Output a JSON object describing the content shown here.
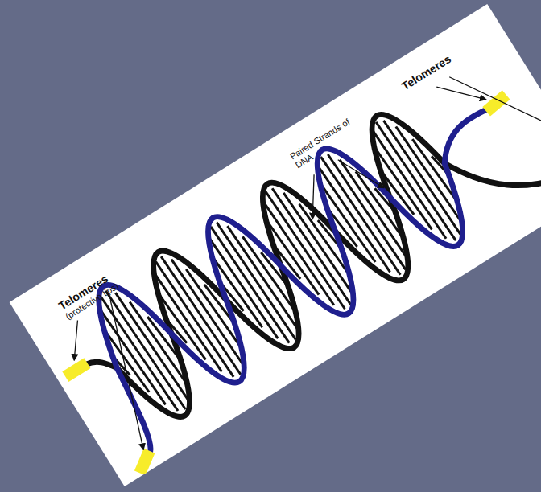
{
  "diagram": {
    "labels": [
      "Telomeres",
      "(protective tips)",
      "Paired Strands of DNA",
      "Telomeres"
    ]
  }
}
